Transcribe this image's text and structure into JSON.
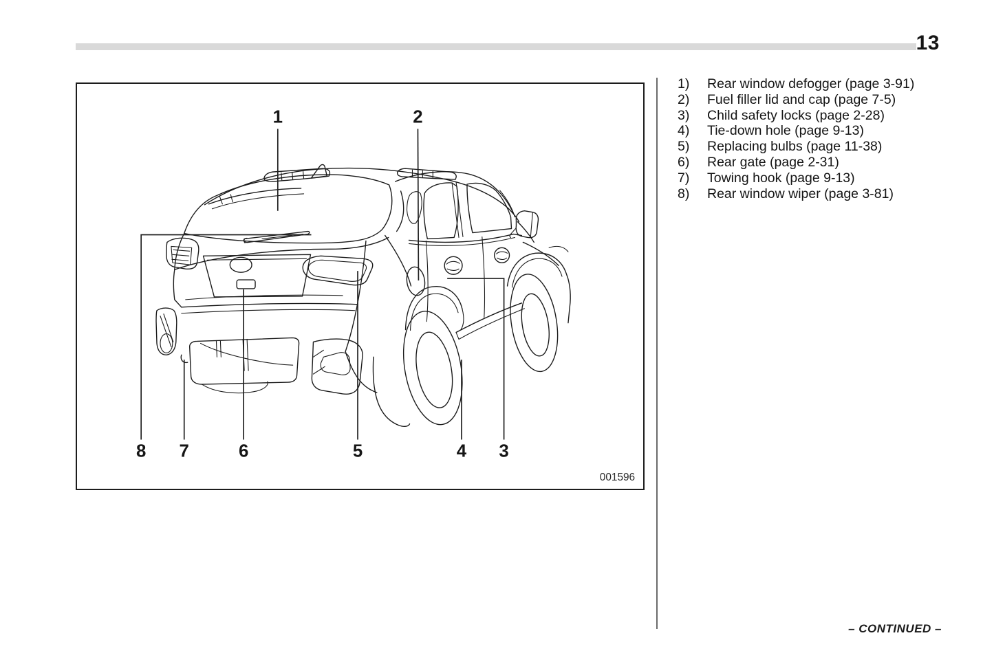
{
  "page": {
    "number": "13",
    "continued_label": "– CONTINUED –"
  },
  "colors": {
    "header_bar": "#d9d9d9",
    "line_art": "#1b1b1b",
    "separator": "#6a6a6a",
    "text": "#141414"
  },
  "figure": {
    "description": "Rear three-quarter line drawing of SUV with numbered callouts",
    "image_code": "001596",
    "callouts": [
      {
        "label": "1"
      },
      {
        "label": "2"
      },
      {
        "label": "3"
      },
      {
        "label": "4"
      },
      {
        "label": "5"
      },
      {
        "label": "6"
      },
      {
        "label": "7"
      },
      {
        "label": "8"
      }
    ]
  },
  "legend": {
    "items": [
      {
        "num": "1)",
        "text": "Rear window defogger (page 3-91)"
      },
      {
        "num": "2)",
        "text": "Fuel filler lid and cap (page 7-5)"
      },
      {
        "num": "3)",
        "text": "Child safety locks (page 2-28)"
      },
      {
        "num": "4)",
        "text": "Tie-down hole (page 9-13)"
      },
      {
        "num": "5)",
        "text": "Replacing bulbs (page 11-38)"
      },
      {
        "num": "6)",
        "text": "Rear gate (page 2-31)"
      },
      {
        "num": "7)",
        "text": "Towing hook (page 9-13)"
      },
      {
        "num": "8)",
        "text": "Rear window wiper (page 3-81)"
      }
    ]
  }
}
